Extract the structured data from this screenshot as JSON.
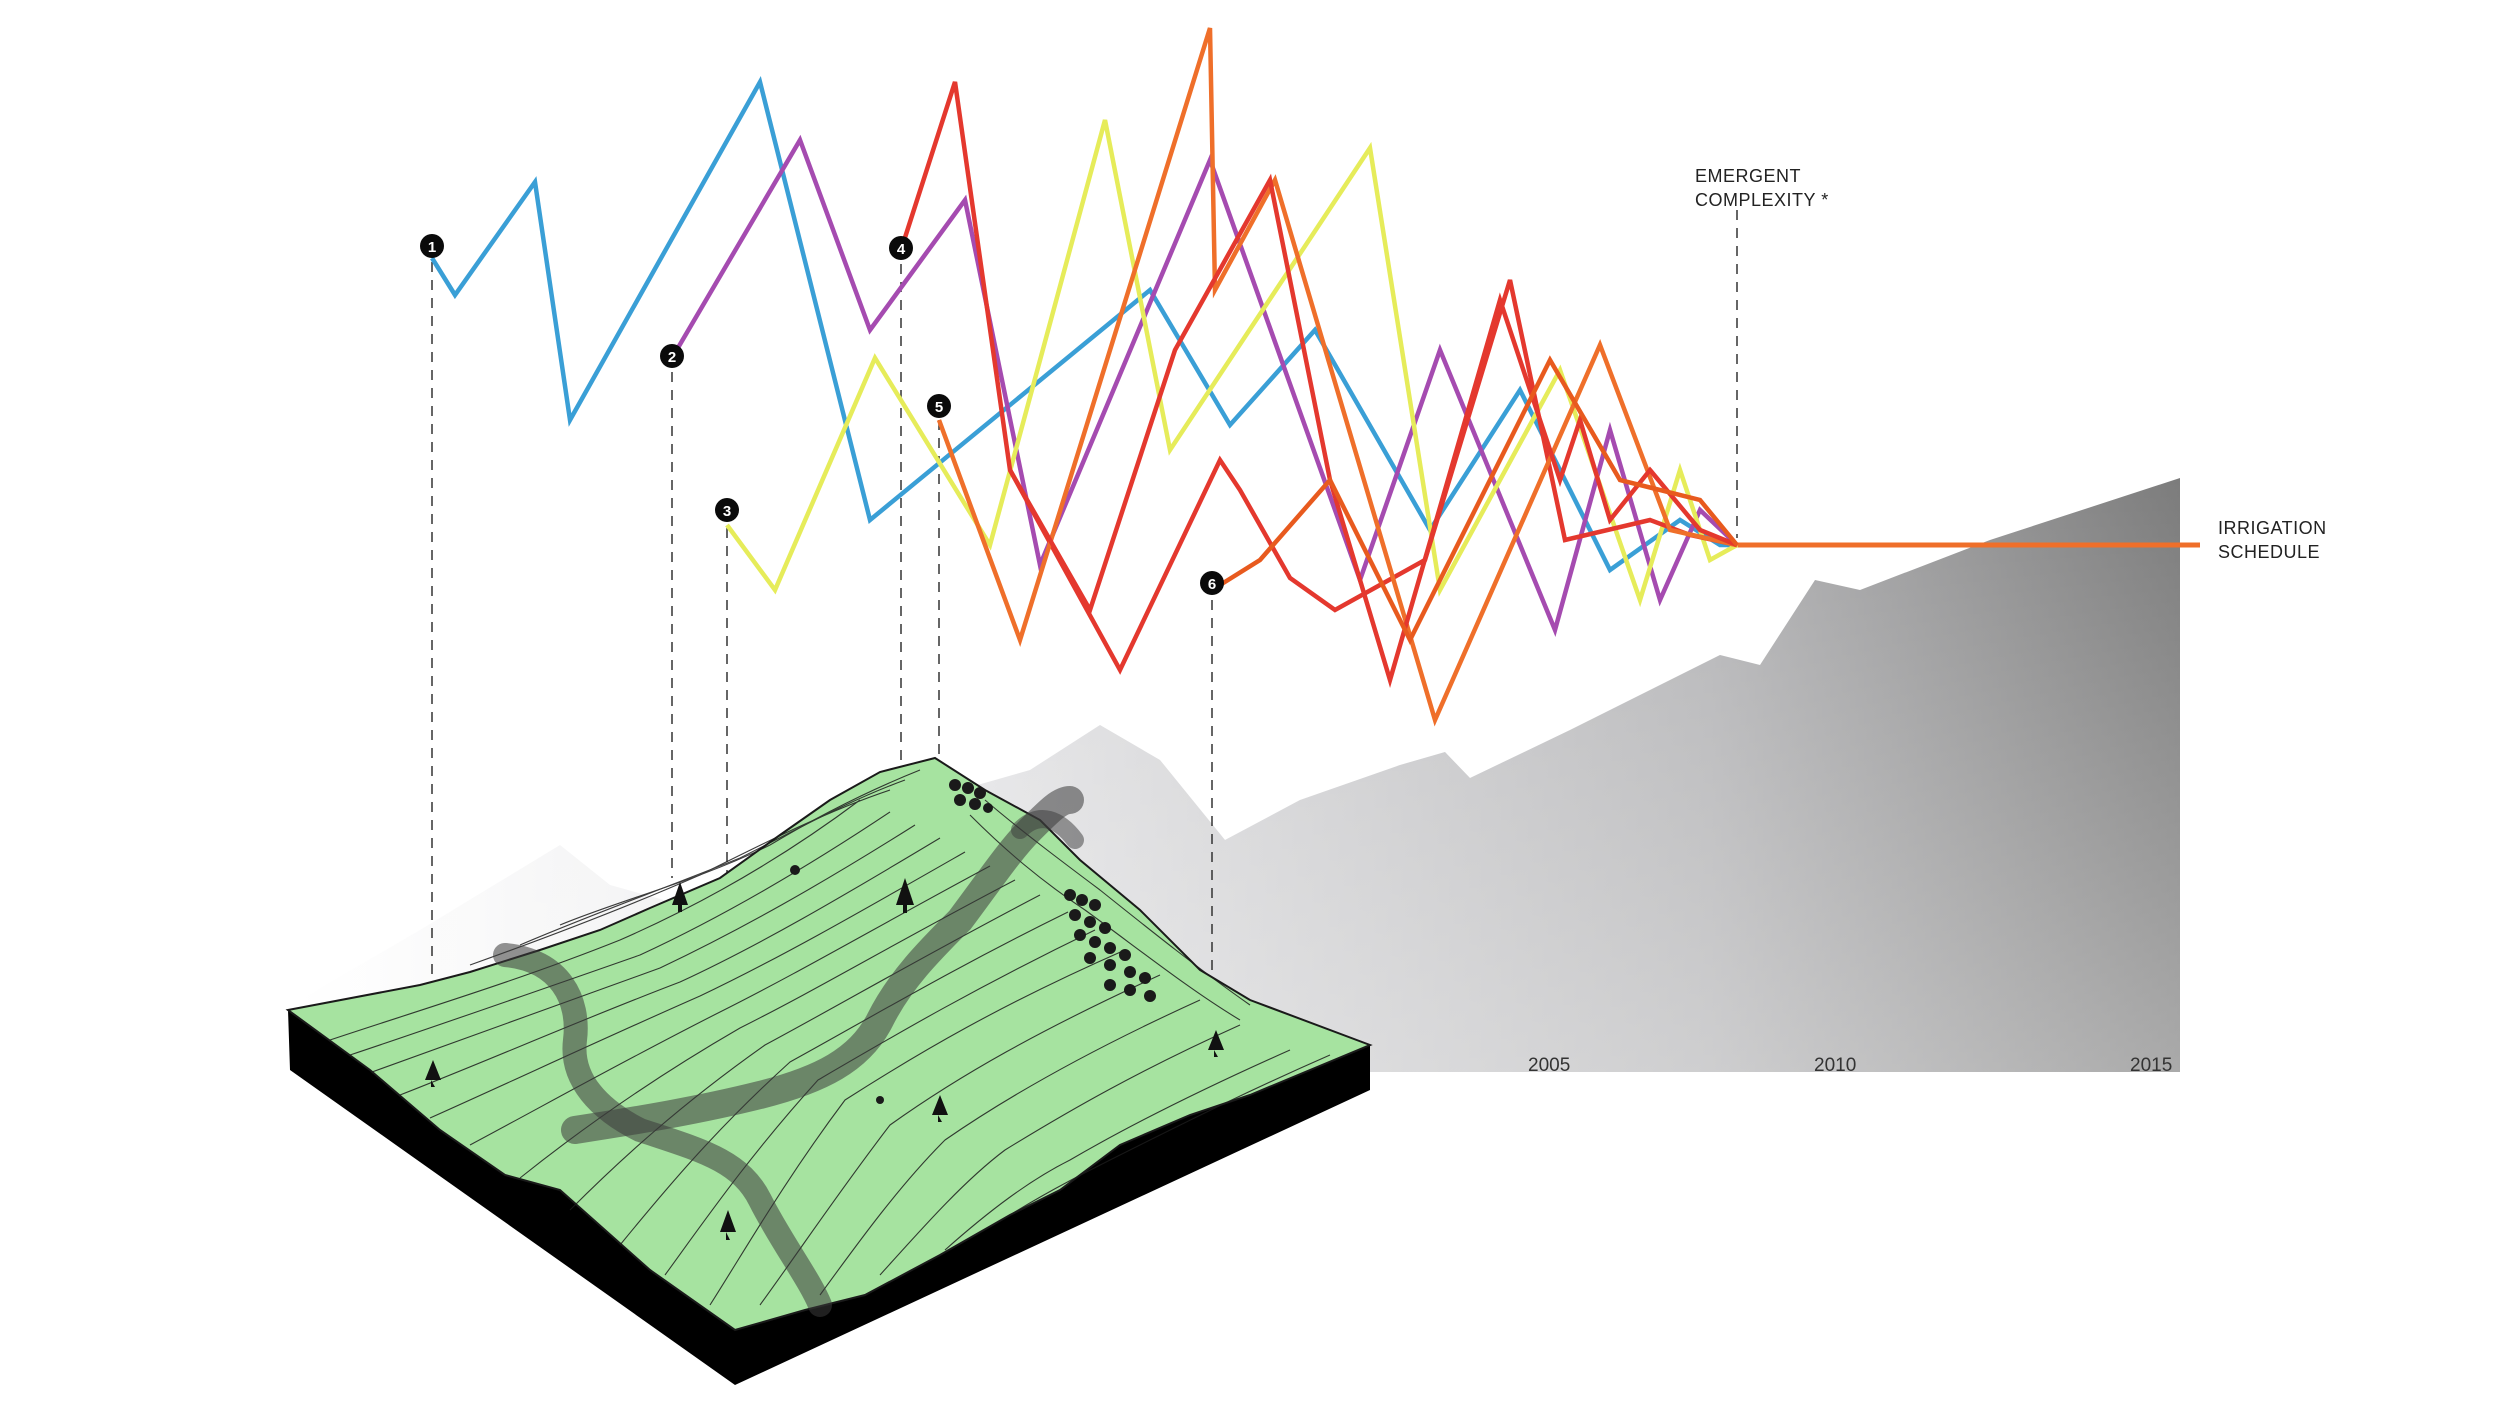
{
  "labels": {
    "emergent_line1": "EMERGENT",
    "emergent_line2": "COMPLEXITY *",
    "irrigation_line1": "IRRIGATION",
    "irrigation_line2": "SCHEDULE"
  },
  "years": [
    "2005",
    "2010",
    "2015"
  ],
  "markers": [
    "1",
    "2",
    "3",
    "4",
    "5",
    "6"
  ],
  "colors": {
    "blue": "#3a9fd6",
    "purple": "#a54bb0",
    "yellow": "#e6ec5a",
    "red": "#e4382e",
    "orange": "#ef6f2a",
    "darkorange": "#e85a1e",
    "terrain_green": "#a6e3a0",
    "terrain_base": "#000000",
    "mountain_gray": "#8a8a8a"
  },
  "icons": [
    "tree-icon",
    "shrub-cluster-icon",
    "marker-circle-icon"
  ]
}
